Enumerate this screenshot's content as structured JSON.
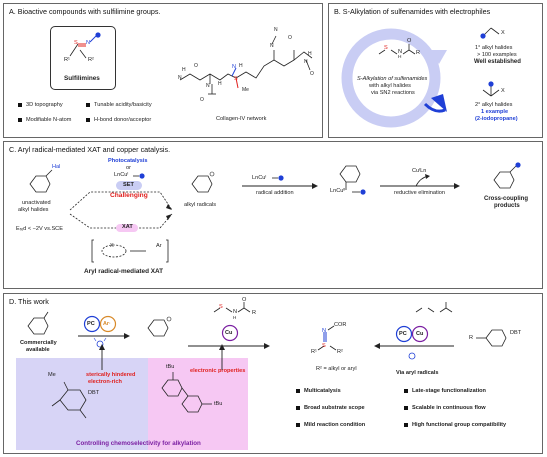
{
  "panelA": {
    "title": "A. Bioactive compounds with sulfilimine groups.",
    "box_label": "Sulfilimines",
    "r1": "R¹",
    "r2": "R²",
    "s": "S",
    "n": "N",
    "bullets": [
      "3D topography",
      "Tunable acidity/basicity",
      "Modifiable N-atom",
      "H-bond donor/acceptor"
    ],
    "collagen_label": "Collagen-IV network",
    "collagen_atoms": [
      "H",
      "N",
      "O",
      "N",
      "H",
      "S",
      "N",
      "H",
      "N",
      "O",
      "N",
      "H",
      "O",
      "N",
      "O",
      "Me"
    ]
  },
  "panelB": {
    "title": "B. S-Alkylation of sulfenamides with electrophiles",
    "ring_lines": [
      "S-Alkylation of sulfenamides",
      "with alkyl halides",
      "via SN2 reactions"
    ],
    "mol_s": "S",
    "mol_n": "N",
    "mol_h": "H",
    "mol_r": "R",
    "mol_o": "O",
    "x1": "X",
    "x2": "X",
    "right1": [
      "1° alkyl halides",
      "> 100 examples",
      "Well established"
    ],
    "right2": [
      "2° alkyl halides",
      "1 example",
      "(2-iodopropane)"
    ]
  },
  "panelC": {
    "title": "C. Aryl radical-mediated XAT and copper catalysis.",
    "hal": "Hal",
    "unactivated": [
      "unactivated",
      "alkyl halides"
    ],
    "ered": "Eᵣₑd < −2V vs.SCE",
    "photocatalysis": "Photocatalysis",
    "or": "or",
    "lncu_top": "LnCuᴵ",
    "set": "SET",
    "challenging": "Challenging",
    "xat": "XAT",
    "xat_caption": "Aryl radical-mediated XAT",
    "bracket_x": "X",
    "bracket_ar": "Ar",
    "alkyl_radicals": "alkyl radicals",
    "lncu_reagent": "LnCuᴵ",
    "radical_addition": "radical addition",
    "lncu_complex": "LnCuᴵᴵ",
    "cu_ln": "CuᴵLn",
    "reductive_elimination": "reductive elimination",
    "products": [
      "Cross-coupling",
      "products"
    ]
  },
  "panelD": {
    "title": "D. This work",
    "commercial": [
      "Commercially",
      "available"
    ],
    "pc": "PC",
    "ar": "Ar·",
    "cu": "Cu",
    "mol_o": "O",
    "mol_s": "S",
    "mol_n": "N",
    "mol_h": "H",
    "mol_r": "R",
    "cor": "COR",
    "prod_n": "N",
    "prod_s": "S",
    "prod_r1": "R¹",
    "prod_r2": "R²",
    "r2_note": "R² = alkyl or aryl",
    "via_aryl": "Via aryl radicals",
    "dbt": "DBT",
    "r_aryl": "R",
    "hindered": [
      "sterically hindered",
      "electron-rich"
    ],
    "electronic": "electronic properties",
    "tbu1": "tBu",
    "tbu2": "tBu",
    "me1": "Me",
    "controlling": "Controlling chemoselectivity for alkylation",
    "features": [
      [
        "Multicatalysis",
        "Late-stage functionalization"
      ],
      [
        "Broad substrate scope",
        "Scalable in continuous flow"
      ],
      [
        "Mild reaction condition",
        "High functional group compatibility"
      ]
    ]
  },
  "colors": {
    "blue_accent": "#1f3fd6",
    "red_accent": "#e0201e",
    "light_blue_ring": "#c9cdf4",
    "purple_text": "#7b1fa2",
    "pink_band": "#f6c8f3",
    "lavender_band": "#d7d4f6"
  }
}
